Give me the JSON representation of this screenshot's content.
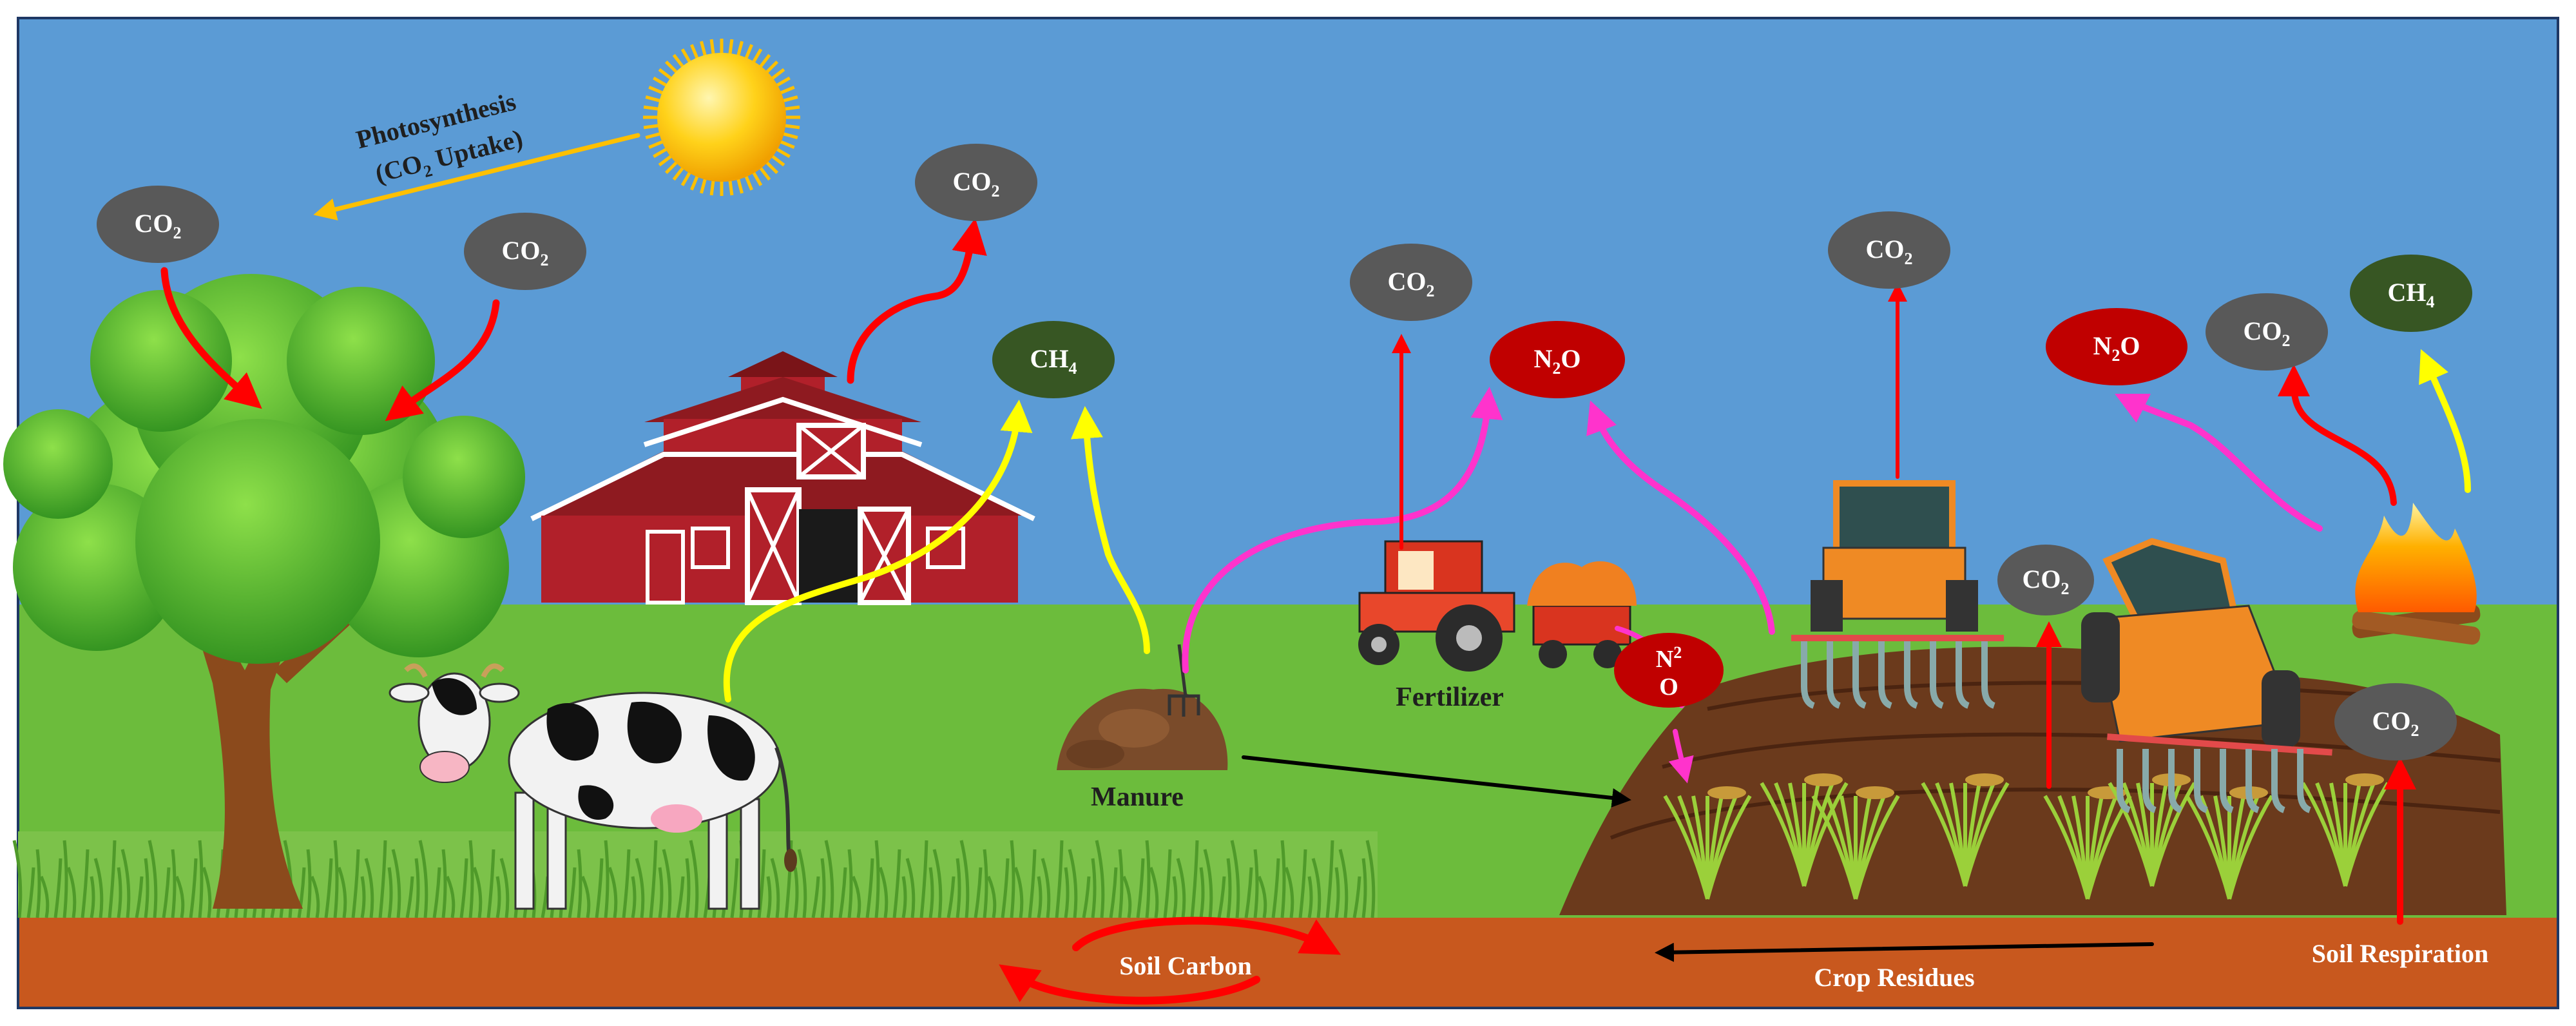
{
  "colors": {
    "sky": "#5b9bd5",
    "grass": "#6cbc3c",
    "soil": "#c8581e",
    "gas_co2": "#595959",
    "gas_n2o": "#c00000",
    "gas_ch4": "#375623",
    "flow_co2": "#ff0000",
    "flow_n2o": "#ff33cc",
    "flow_ch4": "#ffff00",
    "flow_photosynthesis": "#ffc000",
    "soil_loop": "#ff0000",
    "residue_arrow": "#000000",
    "caption_dark": "#1f1f1f",
    "caption_light": "#ffffff"
  },
  "diagram": {
    "photosynthesis": {
      "line1": "Photosynthesis",
      "line2": "(CO",
      "sub": "2",
      "line2_tail": " Uptake)"
    },
    "gases": [
      {
        "id": "tree-left",
        "base": "CO",
        "sub": "2"
      },
      {
        "id": "tree-right",
        "base": "CO",
        "sub": "2"
      },
      {
        "id": "barn",
        "base": "CO",
        "sub": "2"
      },
      {
        "id": "cow-ch4",
        "base": "CH",
        "sub": "4"
      },
      {
        "id": "fert-co2",
        "base": "CO",
        "sub": "2"
      },
      {
        "id": "fert-n2o",
        "base": "N",
        "sub": "2",
        "tail": "O"
      },
      {
        "id": "tractor-co2",
        "base": "CO",
        "sub": "2"
      },
      {
        "id": "field-n2o",
        "base": "N",
        "sub": "2",
        "tail": "O"
      },
      {
        "id": "fire-co2",
        "base": "CO",
        "sub": "2"
      },
      {
        "id": "fire-ch4",
        "base": "CH",
        "sub": "4"
      },
      {
        "id": "soil-co2-a",
        "base": "CO",
        "sub": "2"
      },
      {
        "id": "soil-co2-b",
        "base": "CO",
        "sub": "2"
      },
      {
        "id": "wagon-n2o",
        "base": "N",
        "sub": "2",
        "tail": "O"
      }
    ],
    "labels": {
      "manure": "Manure",
      "fertilizer": "Fertilizer",
      "soil_carbon": "Soil Carbon",
      "crop_residues": "Crop Residues",
      "soil_respiration": "Soil Respiration"
    },
    "icons": [
      "sun-icon",
      "tree-icon",
      "barn-icon",
      "cow-icon",
      "manure-pile-icon",
      "pitchfork-icon",
      "tractor-icon",
      "fertilizer-wagon-icon",
      "plow-tractor-icon",
      "fire-icon",
      "crop-icon"
    ]
  }
}
